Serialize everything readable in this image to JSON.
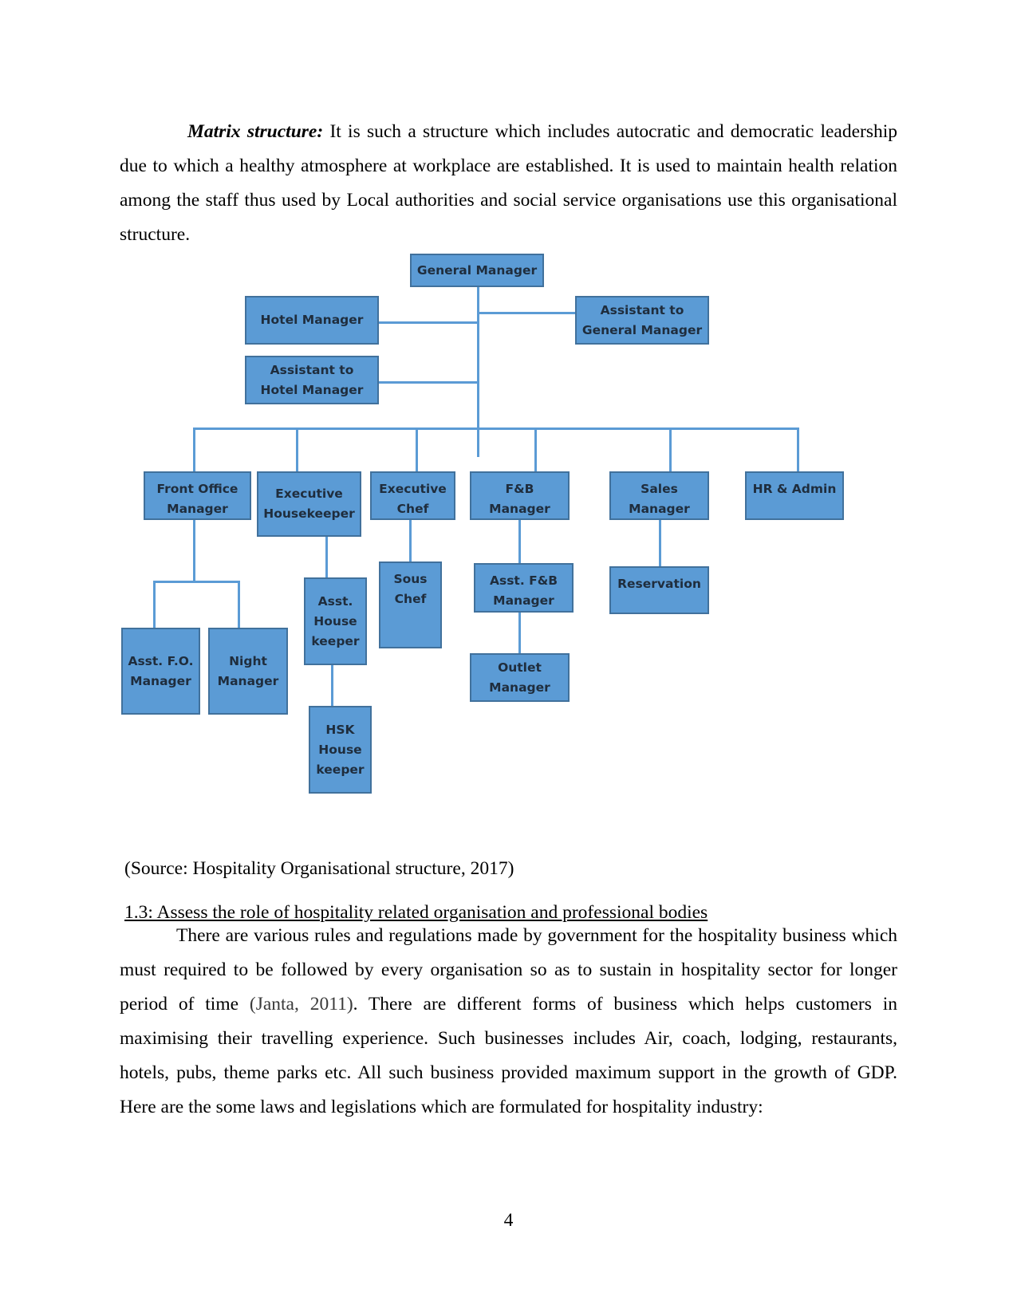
{
  "intro": {
    "term": "Matrix structure:",
    "text": "  It is such a structure which includes autocratic and democratic leadership due to which a healthy atmosphere at workplace are established.  It is used to maintain health relation among the staff thus used by Local authorities and social service organisations use this organisational structure."
  },
  "org_chart": {
    "general_manager": "General Manager",
    "hotel_manager": "Hotel Manager",
    "assistant_gm": "Assistant to General Manager",
    "assistant_hm": "Assistant to Hotel Manager",
    "front_office_manager": "Front Office Manager",
    "executive_housekeeper": "Executive Housekeeper",
    "executive_chef": "Executive Chef",
    "fb_manager": "F&B Manager",
    "sales_manager": "Sales Manager",
    "hr_admin": "HR & Admin",
    "asst_fo_manager": "Asst. F.O. Manager",
    "night_manager": "Night Manager",
    "asst_housekeeper": "Asst. House keeper",
    "hsk_housekeeper": "HSK House keeper",
    "sous_chef": "Sous Chef",
    "asst_fb_manager": "Asst. F&B Manager",
    "outlet_manager": "Outlet Manager",
    "reservation": "Reservation"
  },
  "source": "(Source: Hospitality Organisational structure, 2017)",
  "section": {
    "heading": "1.3: Assess the role of hospitality related organisation and professional bodies",
    "text_before_citation": "There are various rules and regulations made by government for the hospitality business which must required to be followed by every organisation so as to sustain in hospitality sector for longer period of time ",
    "citation": "(Janta, 2011)",
    "text_after_citation": ". There are different forms of business which helps customers in maximising their travelling experience. Such businesses includes Air, coach, lodging, restaurants, hotels, pubs, theme parks etc. All such business provided maximum support in the growth of GDP. Here are the some laws and legislations which are formulated for hospitality industry:"
  },
  "page_number": "4"
}
